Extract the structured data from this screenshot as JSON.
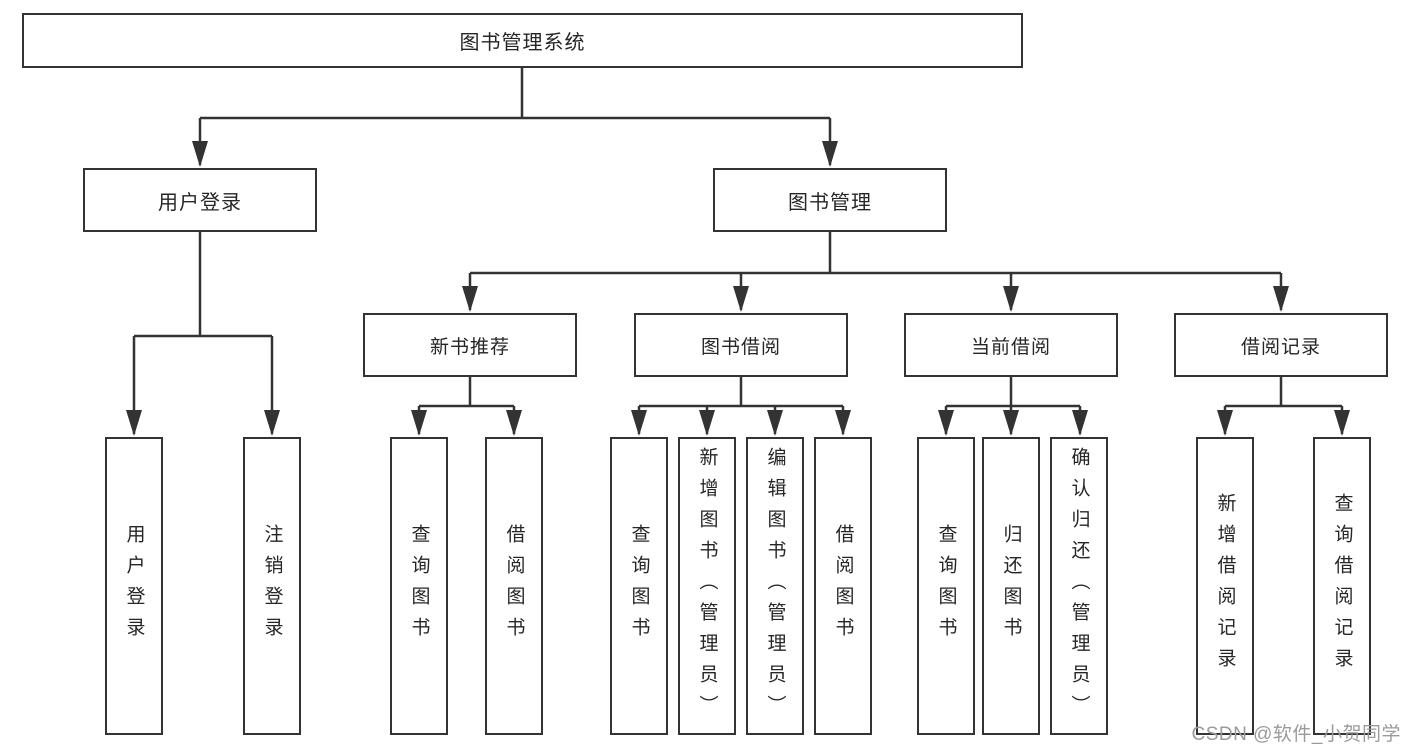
{
  "root_label": "图书管理系统",
  "level2": [
    {
      "label": "用户登录"
    },
    {
      "label": "图书管理"
    }
  ],
  "level3": [
    {
      "label": "新书推荐"
    },
    {
      "label": "图书借阅"
    },
    {
      "label": "当前借阅"
    },
    {
      "label": "借阅记录"
    }
  ],
  "leaves": {
    "user": [
      "用户登录",
      "注销登录"
    ],
    "new_books": [
      "查询图书",
      "借阅图书"
    ],
    "book_borrow": [
      "查询图书",
      "新增图书（管理员）",
      "编辑图书（管理员）",
      "借阅图书"
    ],
    "current_borrow": [
      "查询图书",
      "归还图书",
      "确认归还（管理员）"
    ],
    "borrow_records": [
      "新增借阅记录",
      "查询借阅记录"
    ]
  },
  "watermark": "CSDN @软件_小贺同学",
  "colors": {
    "line": "#333333",
    "text": "#262626",
    "background": "#ffffff",
    "watermark": "#9b9b9b"
  }
}
